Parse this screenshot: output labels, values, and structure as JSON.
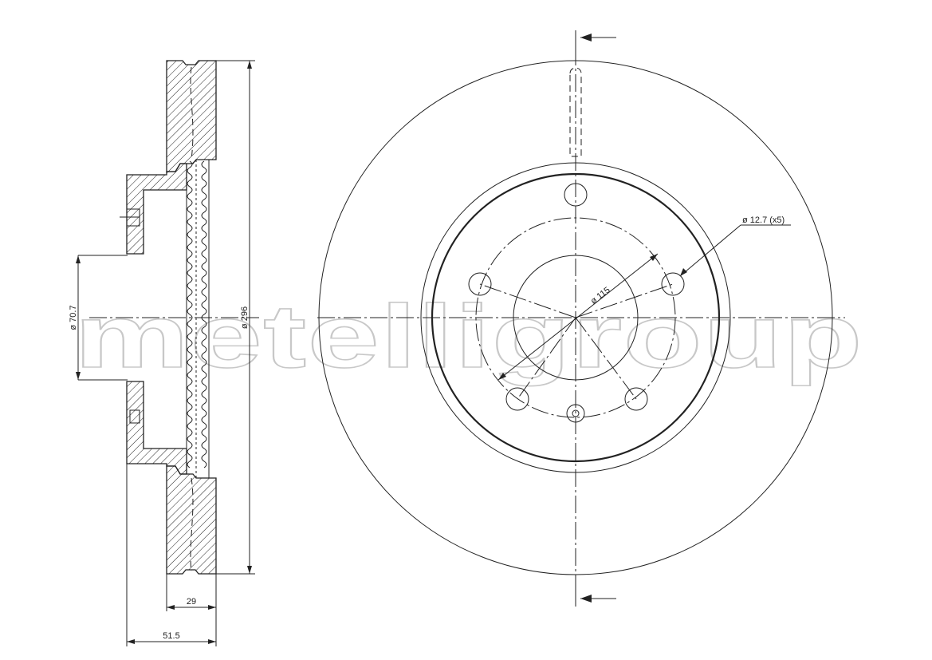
{
  "watermark": {
    "text": "metelligroup"
  },
  "dimensions": {
    "bolt_hole": "ø 12.7 (x5)",
    "pcd": "ø 115",
    "center_bore": "ø 70.7",
    "outer_diameter": "ø 296",
    "disc_thickness": "29",
    "overall_height": "51.5"
  }
}
